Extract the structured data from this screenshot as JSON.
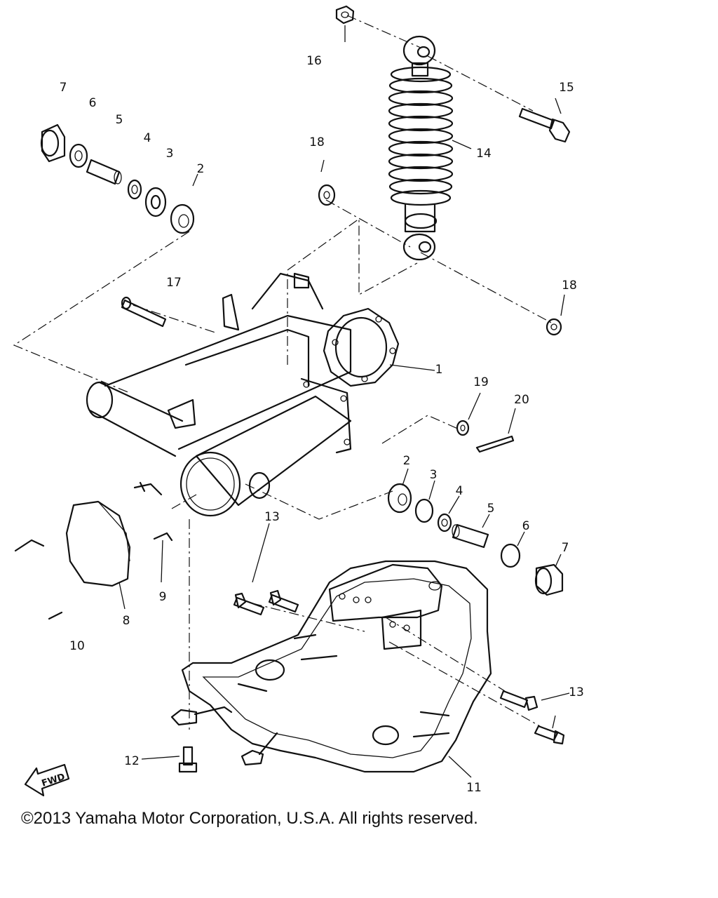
{
  "diagram": {
    "part_labels": {
      "p1": "1",
      "p2a": "2",
      "p2b": "2",
      "p3a": "3",
      "p3b": "3",
      "p4a": "4",
      "p4b": "4",
      "p5a": "5",
      "p5b": "5",
      "p6a": "6",
      "p6b": "6",
      "p7a": "7",
      "p7b": "7",
      "p8": "8",
      "p9": "9",
      "p10": "10",
      "p11": "11",
      "p12": "12",
      "p13a": "13",
      "p13b": "13",
      "p14": "14",
      "p15": "15",
      "p16": "16",
      "p17": "17",
      "p18a": "18",
      "p18b": "18",
      "p19": "19",
      "p20": "20"
    },
    "fwd_label": "FWD"
  },
  "footer": {
    "copyright": "©2013 Yamaha Motor Corporation, U.S.A. All rights reserved."
  }
}
